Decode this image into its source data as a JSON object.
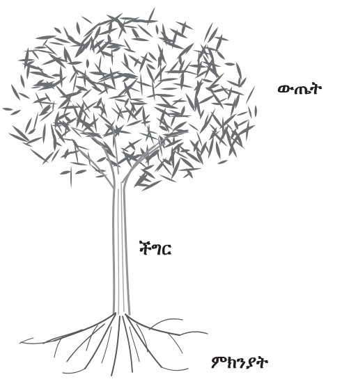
{
  "labels": {
    "outcome": "ውጤት",
    "problem": "ችግር",
    "cause": "ምክንያት"
  },
  "colors": {
    "foliage": "#6d6e71",
    "trunk": "#939598",
    "roots": "#58595b",
    "text": "#231f20"
  }
}
